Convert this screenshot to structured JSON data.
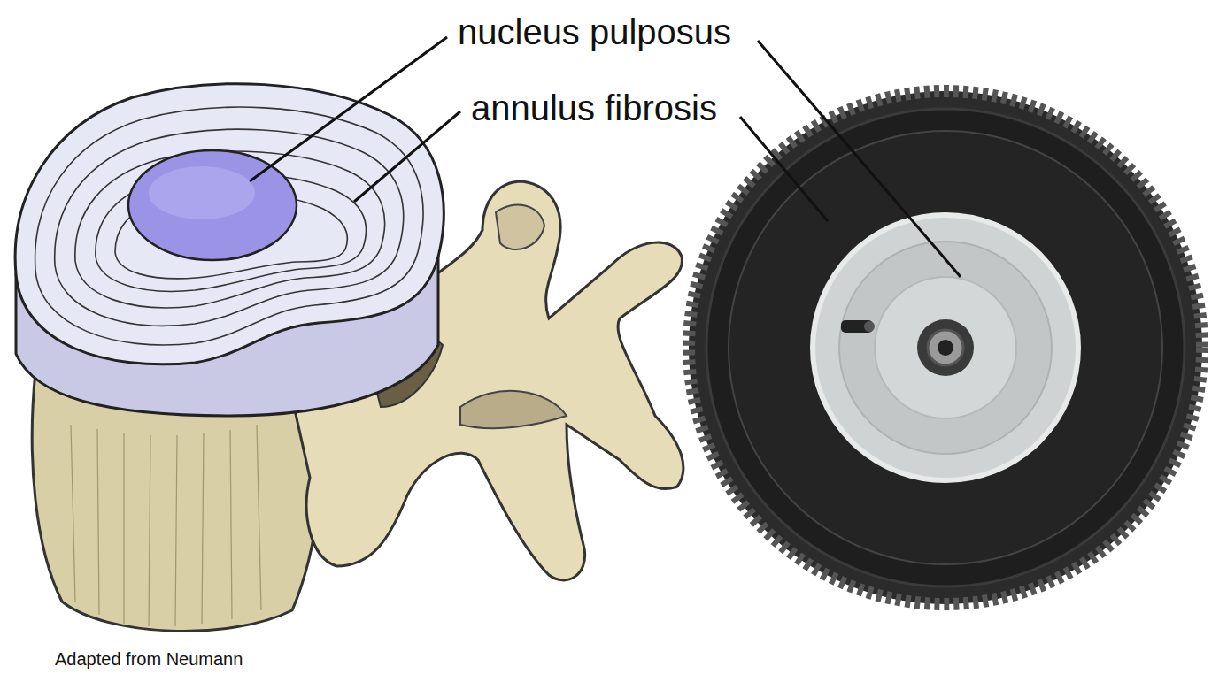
{
  "diagram": {
    "labels": [
      "nucleus pulposus",
      "annulus fibrosis",
      "Adapted from Neumann"
    ]
  }
}
